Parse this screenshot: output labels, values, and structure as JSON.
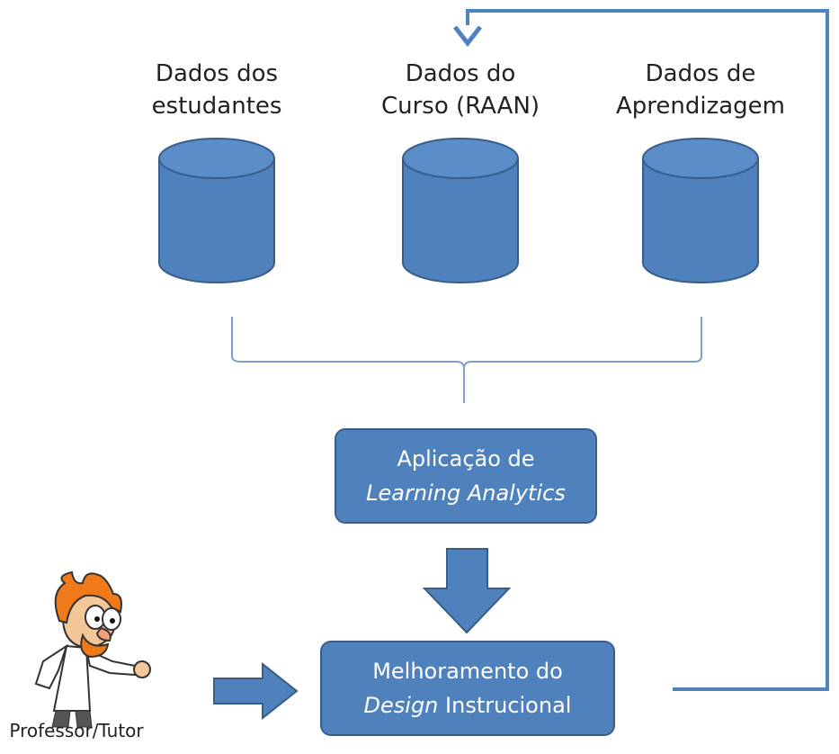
{
  "databases": [
    {
      "line1": "Dados dos",
      "line2": "estudantes"
    },
    {
      "line1": "Dados do",
      "line2": "Curso (RAAN)"
    },
    {
      "line1": "Dados de",
      "line2": "Aprendizagem"
    }
  ],
  "analytics_box": {
    "line1": "Aplicação de",
    "line2": "Learning Analytics"
  },
  "design_box": {
    "line1": "Melhoramento do",
    "line2_italic": "Design",
    "line2_rest": " Instrucional"
  },
  "actor": {
    "label": "Professor/Tutor",
    "icon": "professor-cartoon-icon"
  },
  "colors": {
    "fill": "#4f81bd",
    "stroke": "#385d8a",
    "brace": "#6e8fbf"
  }
}
